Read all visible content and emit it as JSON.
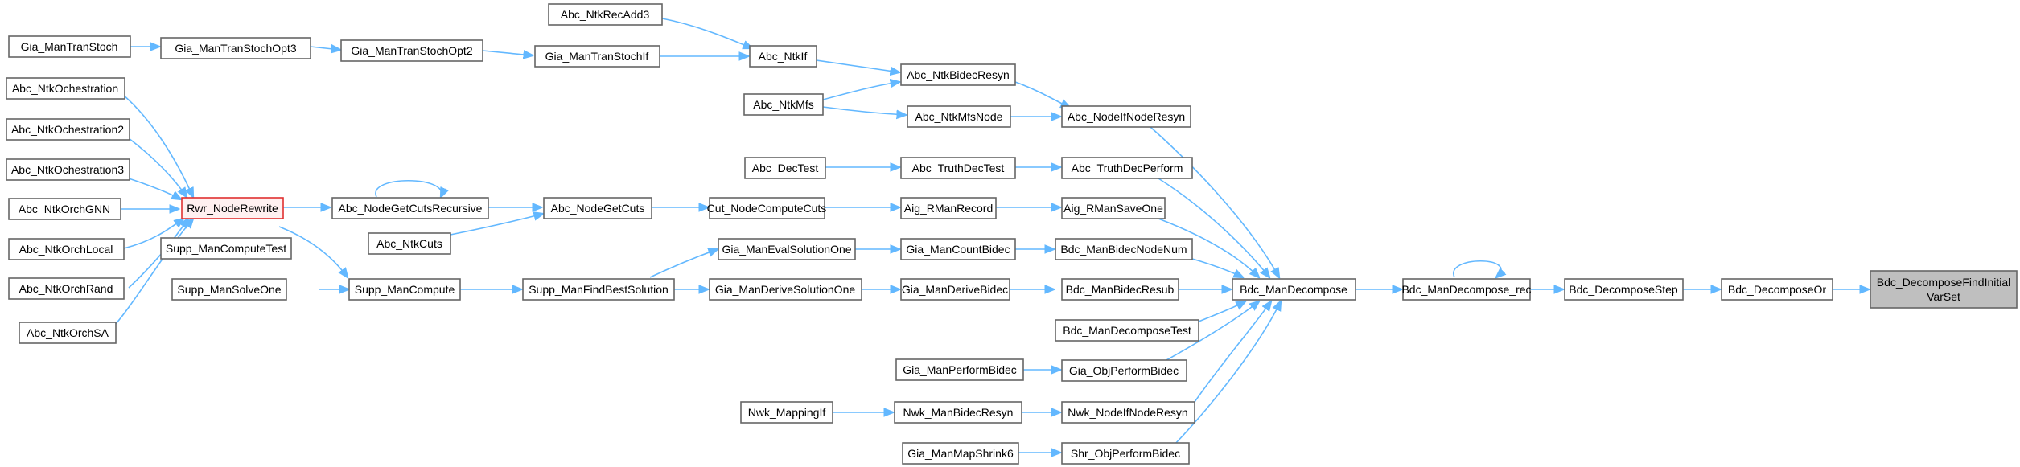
{
  "graph": {
    "root_label_line1": "Bdc_DecomposeFindInitial",
    "root_label_line2": "VarSet",
    "colors": {
      "edge": "#63b8ff",
      "node_border": "#666666",
      "root_fill": "#bfbfbf",
      "highlight_border": "#e03030"
    },
    "nodes": {
      "Gia_ManTranStoch": "Gia_ManTranStoch",
      "Gia_ManTranStochOpt3": "Gia_ManTranStochOpt3",
      "Gia_ManTranStochOpt2": "Gia_ManTranStochOpt2",
      "Gia_ManTranStochIf": "Gia_ManTranStochIf",
      "Abc_NtkRecAdd3": "Abc_NtkRecAdd3",
      "Abc_NtkIf": "Abc_NtkIf",
      "Abc_NtkBidecResyn": "Abc_NtkBidecResyn",
      "Abc_NtkMfs": "Abc_NtkMfs",
      "Abc_NtkMfsNode": "Abc_NtkMfsNode",
      "Abc_NodeIfNodeResyn": "Abc_NodeIfNodeResyn",
      "Abc_NtkOchestration": "Abc_NtkOchestration",
      "Abc_NtkOchestration2": "Abc_NtkOchestration2",
      "Abc_NtkOchestration3": "Abc_NtkOchestration3",
      "Abc_NtkOrchGNN": "Abc_NtkOrchGNN",
      "Abc_NtkOrchLocal": "Abc_NtkOrchLocal",
      "Abc_NtkOrchRand": "Abc_NtkOrchRand",
      "Abc_NtkOrchSA": "Abc_NtkOrchSA",
      "Rwr_NodeRewrite": "Rwr_NodeRewrite",
      "Abc_NodeGetCutsRecursive": "Abc_NodeGetCutsRecursive",
      "Abc_NtkCuts": "Abc_NtkCuts",
      "Abc_NodeGetCuts": "Abc_NodeGetCuts",
      "Abc_DecTest": "Abc_DecTest",
      "Abc_TruthDecTest": "Abc_TruthDecTest",
      "Abc_TruthDecPerform": "Abc_TruthDecPerform",
      "Cut_NodeComputeCuts": "Cut_NodeComputeCuts",
      "Aig_RManRecord": "Aig_RManRecord",
      "Aig_RManSaveOne": "Aig_RManSaveOne",
      "Supp_ManComputeTest": "Supp_ManComputeTest",
      "Supp_ManSolveOne": "Supp_ManSolveOne",
      "Supp_ManCompute": "Supp_ManCompute",
      "Supp_ManFindBestSolution": "Supp_ManFindBestSolution",
      "Gia_ManEvalSolutionOne": "Gia_ManEvalSolutionOne",
      "Gia_ManDeriveSolutionOne": "Gia_ManDeriveSolutionOne",
      "Gia_ManCountBidec": "Gia_ManCountBidec",
      "Gia_ManDeriveBidec": "Gia_ManDeriveBidec",
      "Bdc_ManBidecNodeNum": "Bdc_ManBidecNodeNum",
      "Bdc_ManBidecResub": "Bdc_ManBidecResub",
      "Bdc_ManDecomposeTest": "Bdc_ManDecomposeTest",
      "Gia_ManPerformBidec": "Gia_ManPerformBidec",
      "Gia_ObjPerformBidec": "Gia_ObjPerformBidec",
      "Nwk_MappingIf": "Nwk_MappingIf",
      "Nwk_ManBidecResyn": "Nwk_ManBidecResyn",
      "Nwk_NodeIfNodeResyn": "Nwk_NodeIfNodeResyn",
      "Gia_ManMapShrink6": "Gia_ManMapShrink6",
      "Shr_ObjPerformBidec": "Shr_ObjPerformBidec",
      "Bdc_ManDecompose": "Bdc_ManDecompose",
      "Bdc_ManDecompose_rec": "Bdc_ManDecompose_rec",
      "Bdc_DecomposeStep": "Bdc_DecomposeStep",
      "Bdc_DecomposeOr": "Bdc_DecomposeOr"
    }
  }
}
